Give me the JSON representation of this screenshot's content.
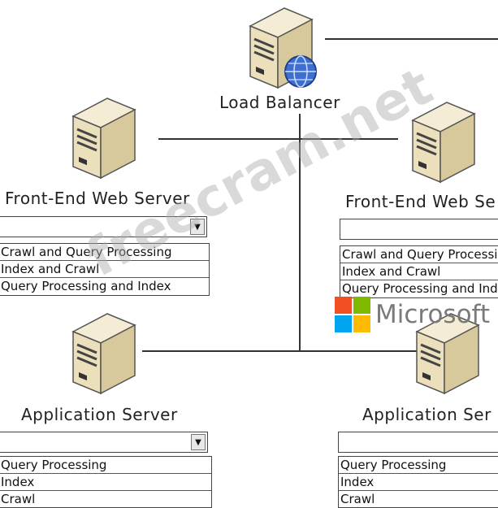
{
  "load_balancer": {
    "label": "Load  Balancer"
  },
  "web_server_left": {
    "label": "Front-End Web Server",
    "options": [
      "Crawl and Query Processing",
      "Index and Crawl",
      "Query Processing and Index"
    ]
  },
  "web_server_right": {
    "label": "Front-End Web Se",
    "options": [
      "Crawl and Query Processi",
      "Index and Crawl",
      "Query Processing and Ind"
    ]
  },
  "app_server_left": {
    "label": "Application Server",
    "options": [
      "Query Processing",
      "Index",
      "Crawl"
    ]
  },
  "app_server_right": {
    "label": "Application Ser",
    "options": [
      "Query Processing",
      "Index",
      "Crawl"
    ]
  },
  "watermark": {
    "text": "freecram.net"
  },
  "ms_logo": {
    "word": "Microsoft",
    "colors": [
      "#f25022",
      "#7fba00",
      "#00a4ef",
      "#ffb900"
    ]
  },
  "icons": {
    "server": "server-tower-icon",
    "globe": "globe-icon",
    "dropdown": "dropdown-arrow-icon"
  }
}
